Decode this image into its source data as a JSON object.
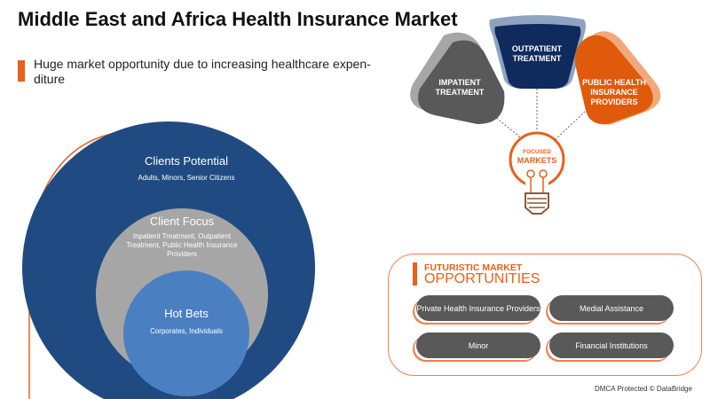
{
  "header": {
    "title": "Middle East and Africa Health Insurance Market",
    "subtitle": "Huge market opportunity due to increasing healthcare expen-diture"
  },
  "circles": {
    "outer": {
      "title": "Clients Potential",
      "desc": "Adults, Minors, Senior Citizens"
    },
    "middle": {
      "title": "Client Focus",
      "desc": "Inpatient Treatment, Outpatient Treatment, Public Health Insurance Providers"
    },
    "inner": {
      "title": "Hot Bets",
      "desc": "Corporates, Individuals"
    }
  },
  "focused": {
    "segments": [
      "IMPATIENT TREATMENT",
      "OUTPATIENT TREATMENT",
      "PUBLIC HEALTH INSURANCE PROVIDERS"
    ],
    "bulb_line1": "FOCUSED",
    "bulb_line2": "MARKETS"
  },
  "futuristic": {
    "title_line1": "FUTURISTIC MARKET",
    "title_line2": "OPPORTUNITIES",
    "items": [
      "Private Health Insurance Providers",
      "Medial Assistance",
      "Minor",
      "Financial Institutions"
    ]
  },
  "footer": {
    "credit": "DMCA Protected © DataBridge"
  },
  "colors": {
    "orange": "#e8601c",
    "navy": "#0f2a5c",
    "blue": "#1f4b82",
    "gray": "#595959"
  }
}
